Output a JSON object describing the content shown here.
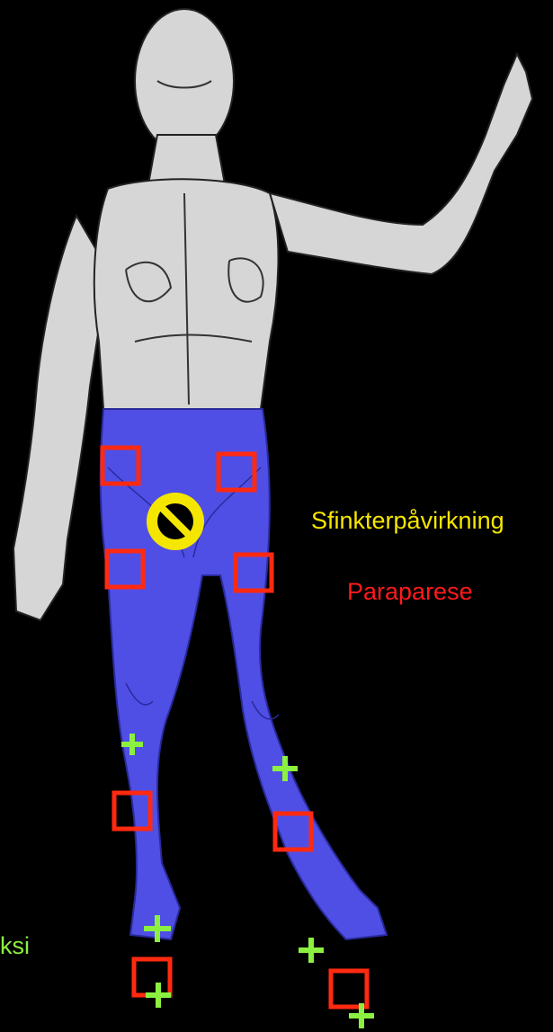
{
  "labels": {
    "sphincter": "Sfinkterpåvirkning",
    "paraparese": "Paraparese",
    "refleksi": "ksi"
  },
  "colors": {
    "background": "#000000",
    "sensory_loss_fill": "#4f4fe6",
    "motor_weakness_marker": "#ff2a10",
    "reflex_marker": "#8cf040",
    "sphincter_marker": "#f5e600",
    "sphincter_text": "#f5e600",
    "paraparese_text": "#ff1a1a",
    "refleksi_text": "#8cf040",
    "skin": "#d8d8d8"
  },
  "icons": {
    "sphincter": "prohibited-sign-icon",
    "weakness": "red-square-icon",
    "reflex": "plus-icon"
  }
}
